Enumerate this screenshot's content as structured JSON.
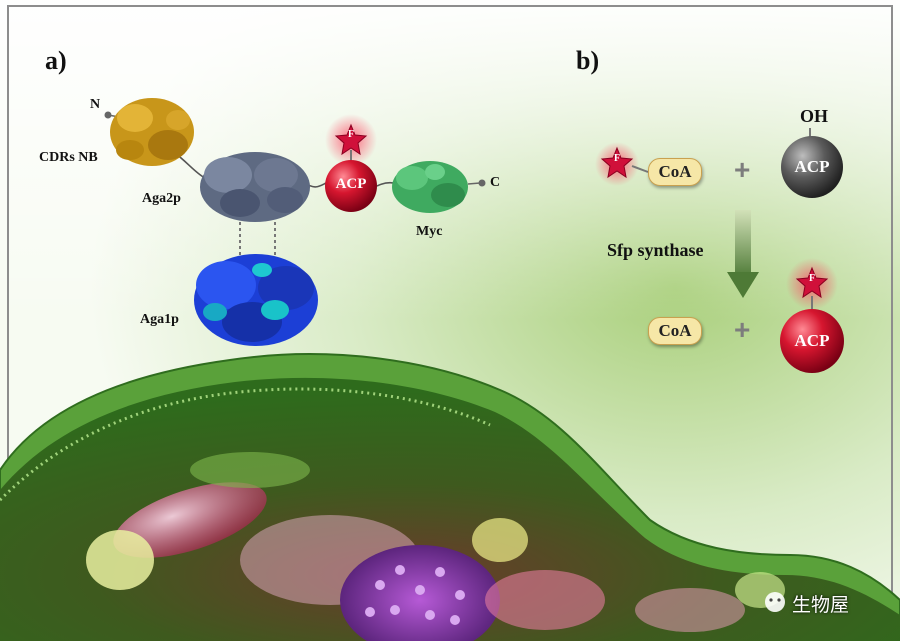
{
  "panels": {
    "a": {
      "label": "a)",
      "n_terminus": "N",
      "c_terminus": "C",
      "cdrs": "CDRs NB",
      "aga2p": "Aga2p",
      "aga1p": "Aga1p",
      "acp": "ACP",
      "myc": "Myc",
      "fluor": "F"
    },
    "b": {
      "label": "b)",
      "oh": "OH",
      "coa_top": "CoA",
      "acp_top": "ACP",
      "plus": "+",
      "enzyme": "Sfp synthase",
      "coa_bottom": "CoA",
      "acp_bottom": "ACP",
      "fluor": "F"
    }
  },
  "watermark": "生物屋",
  "colors": {
    "acp_red": "#c8102e",
    "acp_gray": "#555555",
    "coa_fill": "#f6e7a7",
    "star_red": "#d0103a",
    "cdrs_gold": "#c8961a",
    "aga2p_slate": "#5e6a82",
    "aga1p_blue": "#1c3fd6",
    "myc_green": "#3faa60",
    "arrow_green": "#6a8f4a"
  }
}
